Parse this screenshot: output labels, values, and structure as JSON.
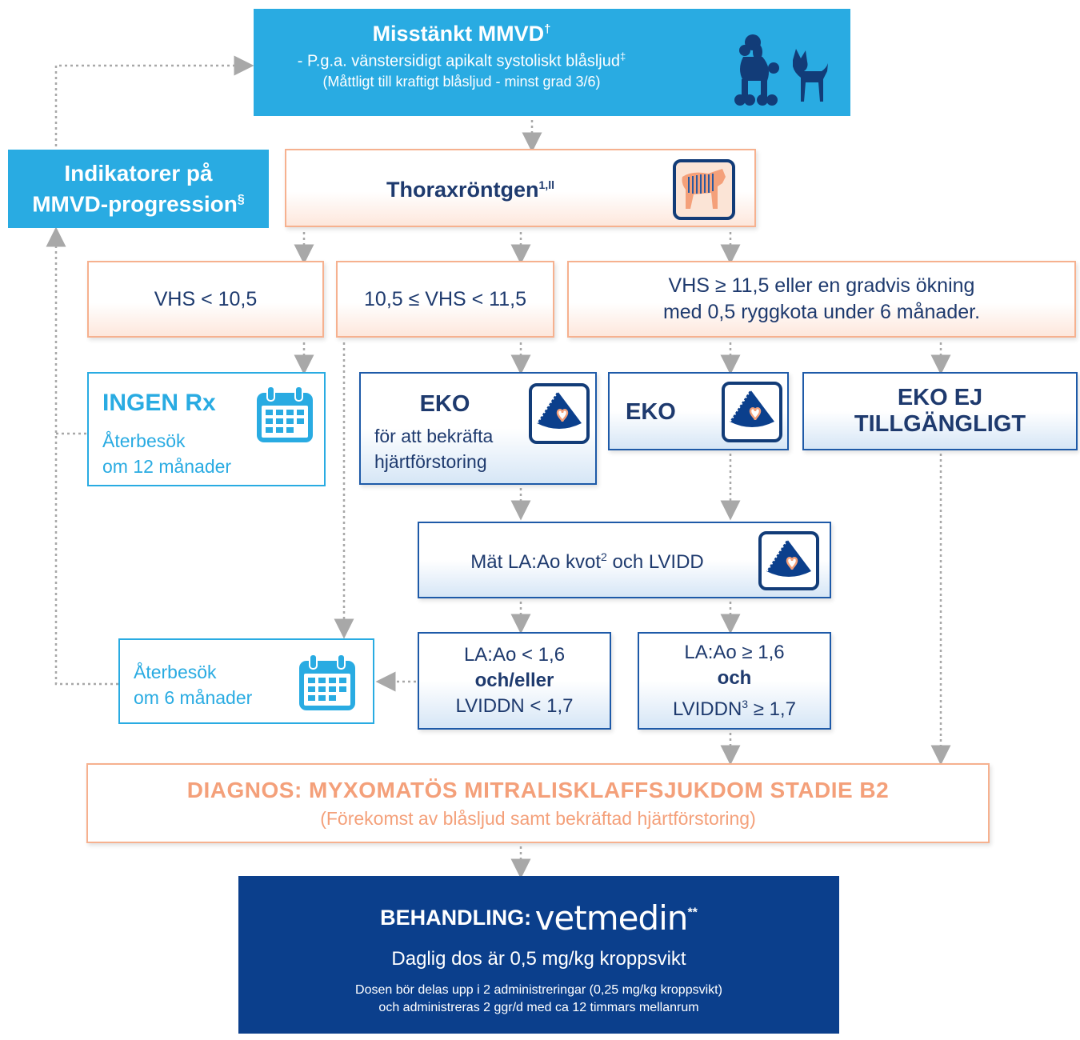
{
  "top": {
    "title": "Misstänkt MMVD",
    "title_mark": "†",
    "line1": "- P.g.a. vänstersidigt apikalt systoliskt blåsljud",
    "line1_mark": "‡",
    "line2": "(Måttligt till kraftigt blåsljud - minst grad 3/6)"
  },
  "progression": {
    "line1": "Indikatorer på",
    "line2": "MMVD-progression",
    "mark": "§"
  },
  "xray": {
    "label": "Thoraxröntgen",
    "mark": "1,ll"
  },
  "vhs": {
    "low": "VHS < 10,5",
    "mid": "10,5 ≤ VHS < 11,5",
    "high_line1": "VHS ≥ 11,5 eller en gradvis ökning",
    "high_line2": "med 0,5 ryggkota under 6 månader."
  },
  "ingen": {
    "title": "INGEN Rx",
    "line1": "Återbesök",
    "line2": "om 12 månader"
  },
  "eko_confirm": {
    "title": "EKO",
    "line1": "för att bekräfta",
    "line2": "hjärtförstoring"
  },
  "eko": {
    "title": "EKO"
  },
  "eko_na": {
    "line1": "EKO EJ",
    "line2": "TILLGÄNGLIGT"
  },
  "measure": {
    "text_a": "Mät LA:Ao kvot",
    "sup": "2",
    "text_b": " och LVIDD"
  },
  "recheck6": {
    "line1": "Återbesök",
    "line2": "om 6 månader"
  },
  "la_low": {
    "line1": "LA:Ao < 1,6",
    "line2": "och/eller",
    "line3": "LVIDDN < 1,7"
  },
  "la_high": {
    "line1": "LA:Ao ≥ 1,6",
    "line2": "och",
    "line3a": "LVIDDN",
    "sup": "3",
    "line3b": " ≥ 1,7"
  },
  "diagnosis": {
    "title": "DIAGNOS: MYXOMATÖS MITRALISKLAFFSJUKDOM STADIE B2",
    "subtitle": "(Förekomst av blåsljud samt bekräftad hjärtförstoring)"
  },
  "treatment": {
    "prefix": "BEHANDLING:",
    "brand": "vetmedin",
    "mark": "**",
    "dose": "Daglig dos är 0,5 mg/kg kroppsvikt",
    "note1": "Dosen bör delas upp i 2 administreringar (0,25 mg/kg kroppsvikt)",
    "note2": "och administreras 2 ggr/d med ca 12 timmars mellanrum"
  },
  "colors": {
    "cyan": "#29abe2",
    "orange": "#f4a07a",
    "navy": "#0b3f8c",
    "dark_blue": "#1e3a6e",
    "connector": "#a8a8a8"
  },
  "icons": [
    "dogs-silhouette-icon",
    "xray-dog-icon",
    "calendar-icon",
    "ultrasound-heart-icon"
  ]
}
